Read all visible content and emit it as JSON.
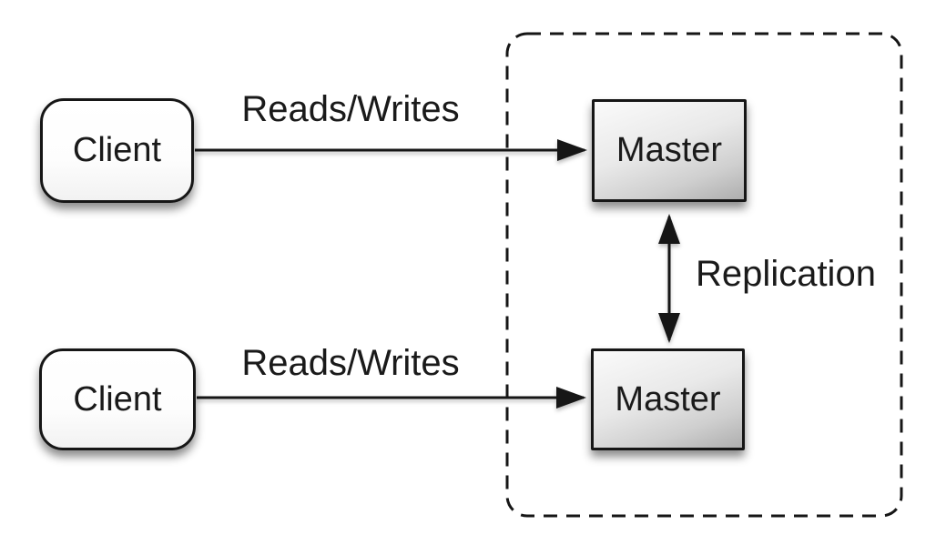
{
  "nodes": {
    "client_top": {
      "label": "Client"
    },
    "client_bottom": {
      "label": "Client"
    },
    "master_top": {
      "label": "Master"
    },
    "master_bottom": {
      "label": "Master"
    }
  },
  "edges": {
    "reads_writes_top": {
      "label": "Reads/Writes"
    },
    "reads_writes_bottom": {
      "label": "Reads/Writes"
    },
    "replication": {
      "label": "Replication"
    }
  },
  "colors": {
    "background": "#ffffff",
    "line": "#161616",
    "text": "#1a1a1a",
    "client_fill_top": "#ffffff",
    "client_fill_bottom": "#f2f2f2",
    "master_fill_top": "#fafafa",
    "master_fill_bottom": "#aeaeae",
    "boundary_stroke": "#161616"
  }
}
